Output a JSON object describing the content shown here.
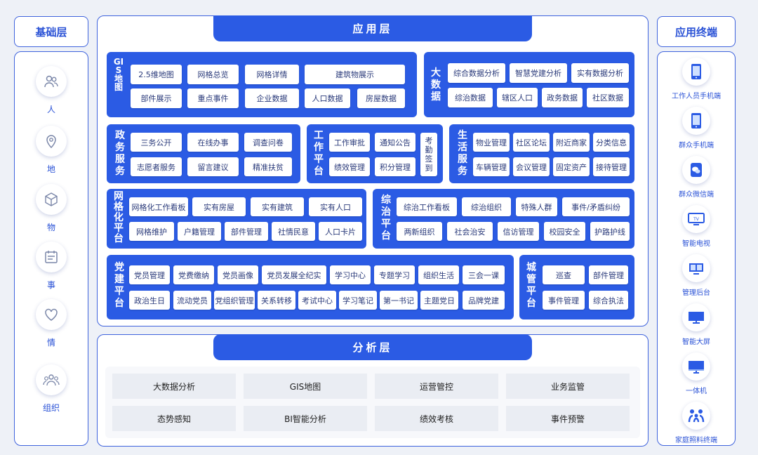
{
  "left": {
    "title": "基础层",
    "items": [
      {
        "icon": "people-icon",
        "label": "人"
      },
      {
        "icon": "location-pin-icon",
        "label": "地"
      },
      {
        "icon": "cube-icon",
        "label": "物"
      },
      {
        "icon": "calendar-icon",
        "label": "事"
      },
      {
        "icon": "heart-icon",
        "label": "情"
      },
      {
        "icon": "group-icon",
        "label": "组织"
      }
    ]
  },
  "app": {
    "title": "应用层",
    "rows": [
      [
        {
          "title": "GIS地图",
          "items": [
            "2.5维地图",
            "网格总览",
            "网格详情",
            "建筑物展示",
            "部件展示",
            "重点事件",
            "企业数据",
            "人口数据",
            "房屋数据"
          ]
        },
        {
          "title": "大数据",
          "items": [
            "综合数据分析",
            "智慧党建分析",
            "实有数据分析",
            "综治数据",
            "辖区人口",
            "政务数据",
            "社区数据"
          ]
        }
      ],
      [
        {
          "title": "政务服务",
          "items": [
            "三务公开",
            "在线办事",
            "调查问卷",
            "志愿者服务",
            "留言建议",
            "精准扶贫"
          ]
        },
        {
          "title": "工作平台",
          "items": [
            "工作审批",
            "通知公告",
            "绩效管理",
            "积分管理"
          ],
          "side": "考勤签到"
        },
        {
          "title": "生活服务",
          "items": [
            "物业管理",
            "社区论坛",
            "附近商家",
            "分类信息",
            "车辆管理",
            "会议管理",
            "固定资产",
            "接待管理"
          ]
        }
      ],
      [
        {
          "title": "网格化平台",
          "items": [
            "网格化工作看板",
            "实有房屋",
            "实有建筑",
            "实有人口",
            "网格维护",
            "户籍管理",
            "部件管理",
            "社情民意",
            "人口卡片"
          ]
        },
        {
          "title": "综治平台",
          "items": [
            "综治工作看板",
            "综治组织",
            "特殊人群",
            "事件/矛盾纠纷",
            "两新组织",
            "社会治安",
            "信访管理",
            "校园安全",
            "护路护线"
          ]
        }
      ],
      [
        {
          "title": "党建平台",
          "items": [
            "党员管理",
            "党费缴纳",
            "党员画像",
            "党员发展全纪实",
            "学习中心",
            "专题学习",
            "组织生活",
            "三会一课",
            "政治生日",
            "流动党员",
            "党组织管理",
            "关系转移",
            "考试中心",
            "学习笔记",
            "第一书记",
            "主题党日",
            "品牌党建"
          ]
        },
        {
          "title": "城管平台",
          "items": [
            "巡查",
            "部件管理",
            "事件管理",
            "综合执法"
          ]
        }
      ]
    ]
  },
  "analysis": {
    "title": "分析层",
    "items": [
      "大数据分析",
      "GIS地图",
      "运营管控",
      "业务监管",
      "态势感知",
      "BI智能分析",
      "绩效考核",
      "事件预警"
    ]
  },
  "right": {
    "title": "应用终端",
    "items": [
      {
        "icon": "mobile-phone-icon",
        "label": "工作人员手机端"
      },
      {
        "icon": "mobile-phone-icon",
        "label": "群众手机端"
      },
      {
        "icon": "wechat-icon",
        "label": "群众微信端"
      },
      {
        "icon": "tv-icon",
        "label": "智能电视"
      },
      {
        "icon": "monitor-icon",
        "label": "管理后台"
      },
      {
        "icon": "big-screen-icon",
        "label": "智能大屏"
      },
      {
        "icon": "desktop-icon",
        "label": "一体机"
      },
      {
        "icon": "family-icon",
        "label": "家庭照料终端"
      }
    ]
  },
  "colors": {
    "primary": "#2b5be4",
    "accent_text": "#2a52d6",
    "card_bg": "#ffffff",
    "page_bg": "#eef1f7"
  }
}
